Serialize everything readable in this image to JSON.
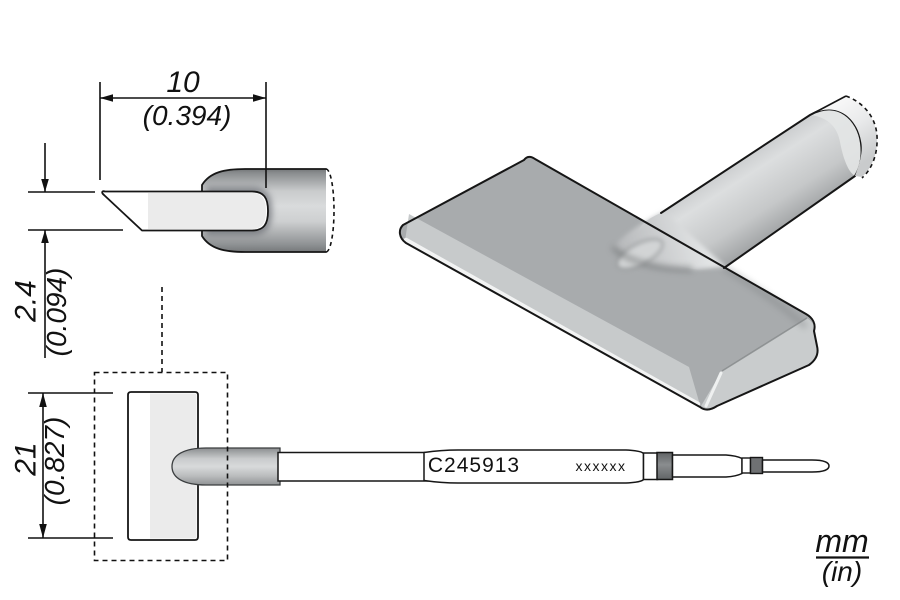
{
  "drawing": {
    "part_number": "C245913",
    "serial_marking": "xxxxxx",
    "units": {
      "metric": "mm",
      "imperial": "(in)"
    },
    "dimensions": {
      "blade_width": {
        "mm": "10",
        "inch": "(0.394)"
      },
      "blade_thickness": {
        "mm": "2.4",
        "inch": "(0.094)"
      },
      "blade_length": {
        "mm": "21",
        "inch": "(0.827)"
      }
    },
    "colors": {
      "line": "#111111",
      "metal_mid": "#a8abad",
      "metal_light": "#d8dadb",
      "blade_fill": "#ebebeb",
      "ring_dark": "#6f7173",
      "background": "#ffffff"
    }
  }
}
